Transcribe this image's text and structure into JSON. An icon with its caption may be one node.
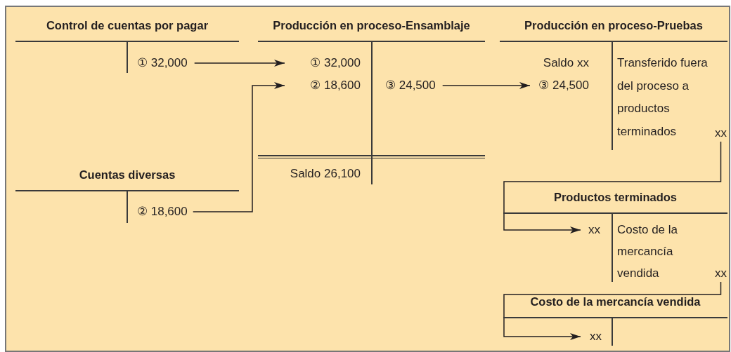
{
  "diagram": {
    "nodes": [
      {
        "text": [
          "Control de cuentas por pagar"
        ]
      },
      {
        "text": [
          "① 32,000"
        ],
        "in": 0
      },
      {
        "text": [
          "Producción en proceso-Ensamblaje"
        ]
      },
      {
        "text": [
          "① 32,000"
        ],
        "in": 2
      },
      {
        "text": [
          "② 18,600"
        ],
        "in": 2
      },
      {
        "text": [
          "③ 24,500"
        ],
        "in": 2
      },
      {
        "text": [
          "Saldo 26,100"
        ],
        "in": 2
      },
      {
        "text": [
          "Producción en proceso-Pruebas"
        ]
      },
      {
        "text": [
          "Saldo xx"
        ],
        "in": 7
      },
      {
        "text": [
          "③ 24,500"
        ],
        "in": 7
      },
      {
        "text": [
          "Transferido fuera del proceso a productos terminados"
        ],
        "in": 7
      },
      {
        "text": [
          "xx"
        ],
        "in": 7
      },
      {
        "text": [
          "Cuentas diversas"
        ]
      },
      {
        "text": [
          "② 18,600"
        ],
        "in": 12
      },
      {
        "text": [
          "Productos terminados"
        ]
      },
      {
        "text": [
          "xx"
        ],
        "in": 14
      },
      {
        "text": [
          "Costo de la mercancía vendida"
        ],
        "in": 14
      },
      {
        "text": [
          "xx"
        ],
        "in": 14
      },
      {
        "text": [
          "Costo de la mercancía vendida"
        ]
      },
      {
        "text": [
          "xx"
        ],
        "in": 18
      }
    ],
    "edges": [
      {
        "from": 1,
        "to": 3,
        "arrow": "to"
      },
      {
        "from": 13,
        "to": 4,
        "arrow": "to"
      },
      {
        "from": 5,
        "to": 9,
        "arrow": "to"
      },
      {
        "from": 11,
        "to": 15,
        "arrow": "to"
      },
      {
        "from": 17,
        "to": 19,
        "arrow": "to"
      }
    ]
  }
}
